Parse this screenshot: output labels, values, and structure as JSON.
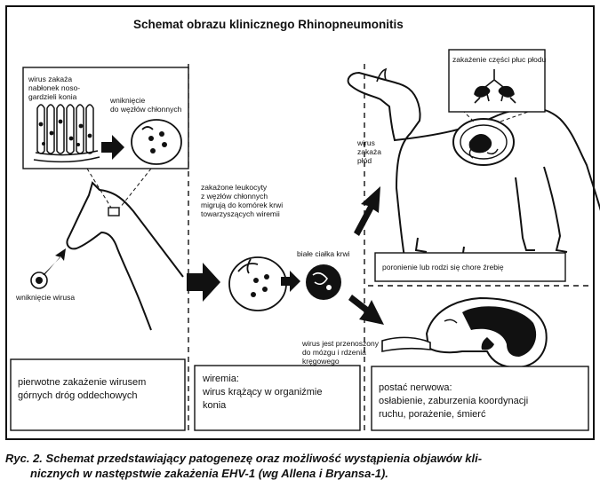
{
  "title": "Schemat obrazu klinicznego Rhinopneumonitis",
  "labels": {
    "infection_nasal": [
      "wirus zakaża",
      "nabłonek noso-",
      "gardzieli konia"
    ],
    "lymph_entry": [
      "wniknięcie",
      "do węzłów chłonnych"
    ],
    "virus_entry": "wniknięcie wirusa",
    "leukocytes": [
      "zakażone leukocyty",
      "z węzłów chłonnych",
      "migrują do komórek krwi",
      "towarzyszących wiremii"
    ],
    "white_cells": "białe ciałka krwi",
    "fetus_infection": [
      "wirus",
      "zakaża",
      "płód"
    ],
    "lung_infection": "zakażenie części płuc płodu",
    "abortion": "poronienie lub rodzi się chore źrebię",
    "nervous_spread": [
      "wirus jest przenoszony",
      "do mózgu i rdzenia",
      "kręgowego"
    ]
  },
  "boxes": {
    "primary": [
      "pierwotne zakażenie wirusem",
      "górnych dróg oddechowych"
    ],
    "viremia": [
      "wiremia:",
      "wirus krążący w organiźmie",
      "konia"
    ],
    "nervous": [
      "postać nerwowa:",
      "osłabienie, zaburzenia koordynacji",
      "ruchu, porażenie, śmierć"
    ]
  },
  "caption": [
    "Ryc. 2. Schemat przedstawiający patogenezę oraz możliwość wystąpienia objawów kli-",
    "nicznych w następstwie zakażenia EHV-1 (wg Allena i Bryansa-1)."
  ]
}
